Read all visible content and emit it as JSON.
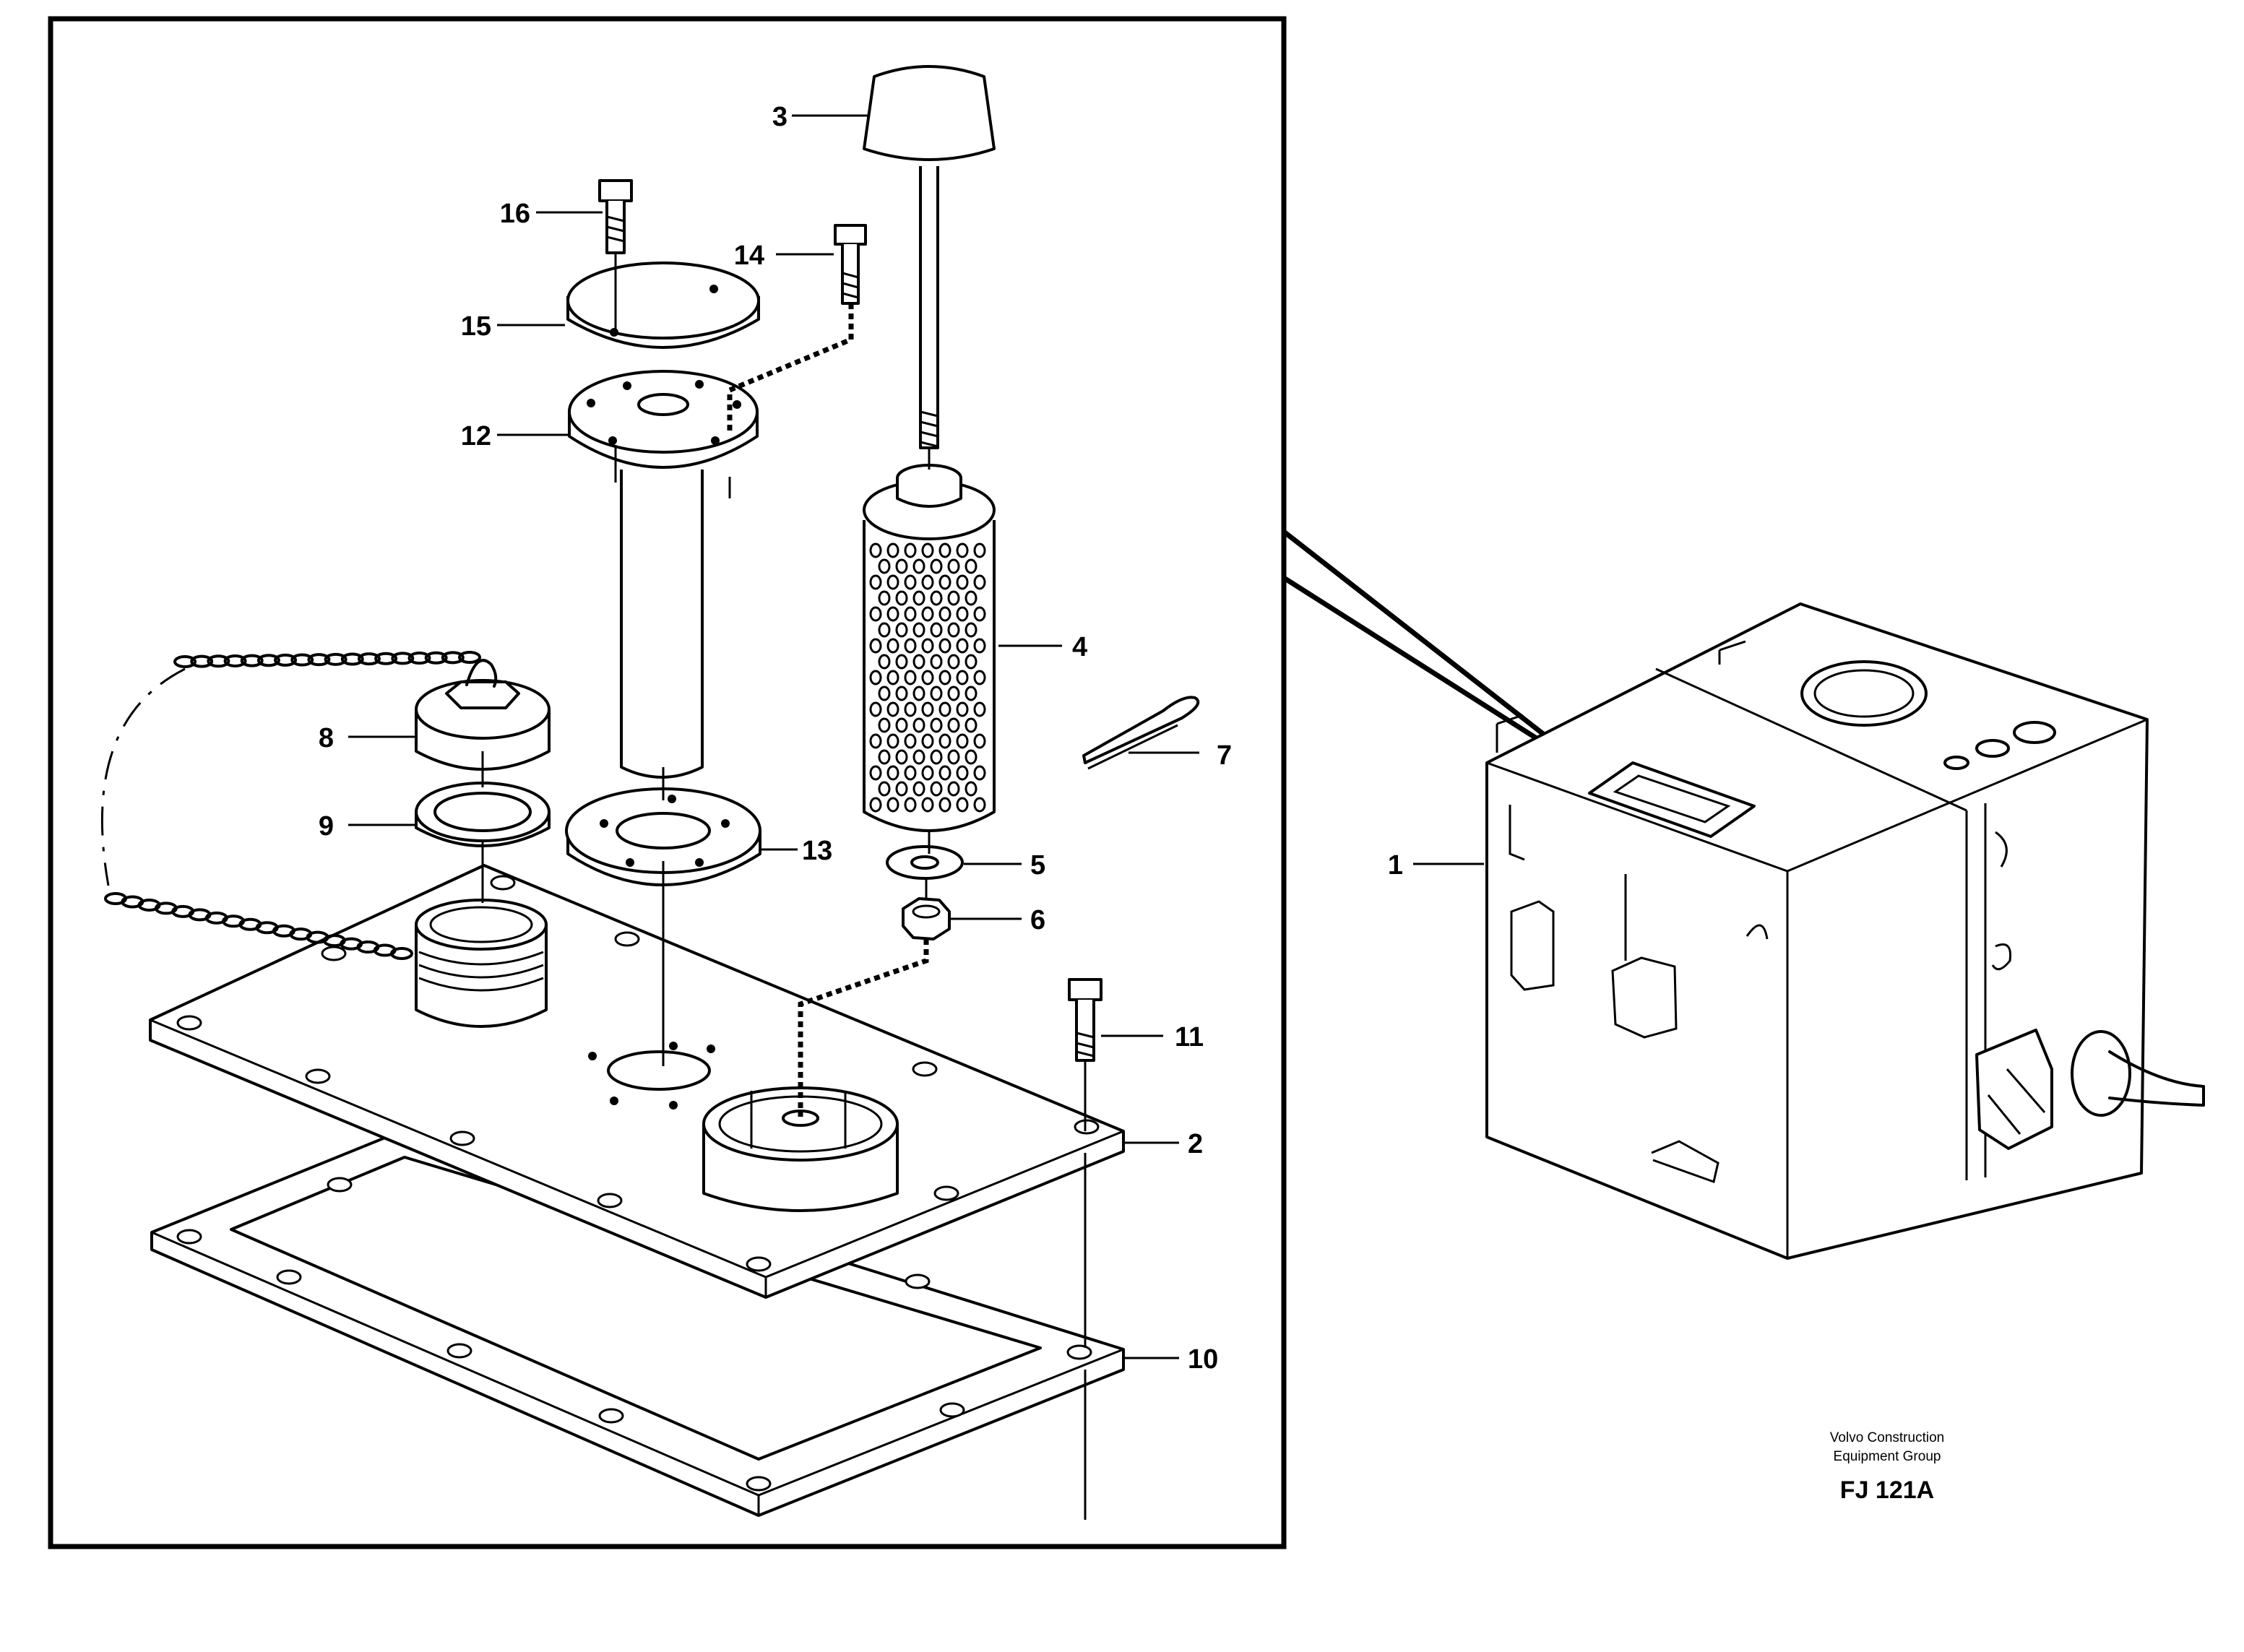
{
  "parts": [
    {
      "callout": "1",
      "name": "hydraulic-tank"
    },
    {
      "callout": "2",
      "name": "cover-plate"
    },
    {
      "callout": "3",
      "name": "knob"
    },
    {
      "callout": "4",
      "name": "filter-element"
    },
    {
      "callout": "5",
      "name": "washer"
    },
    {
      "callout": "6",
      "name": "nut"
    },
    {
      "callout": "7",
      "name": "split-pin"
    },
    {
      "callout": "8",
      "name": "filler-cap"
    },
    {
      "callout": "9",
      "name": "gasket"
    },
    {
      "callout": "10",
      "name": "gasket-frame"
    },
    {
      "callout": "11",
      "name": "screw"
    },
    {
      "callout": "12",
      "name": "flange-tube"
    },
    {
      "callout": "13",
      "name": "flange"
    },
    {
      "callout": "14",
      "name": "screw"
    },
    {
      "callout": "15",
      "name": "cover"
    },
    {
      "callout": "16",
      "name": "screw"
    }
  ],
  "caption": {
    "line1": "Volvo Construction",
    "line2": "Equipment Group",
    "code": "FJ 121A"
  }
}
